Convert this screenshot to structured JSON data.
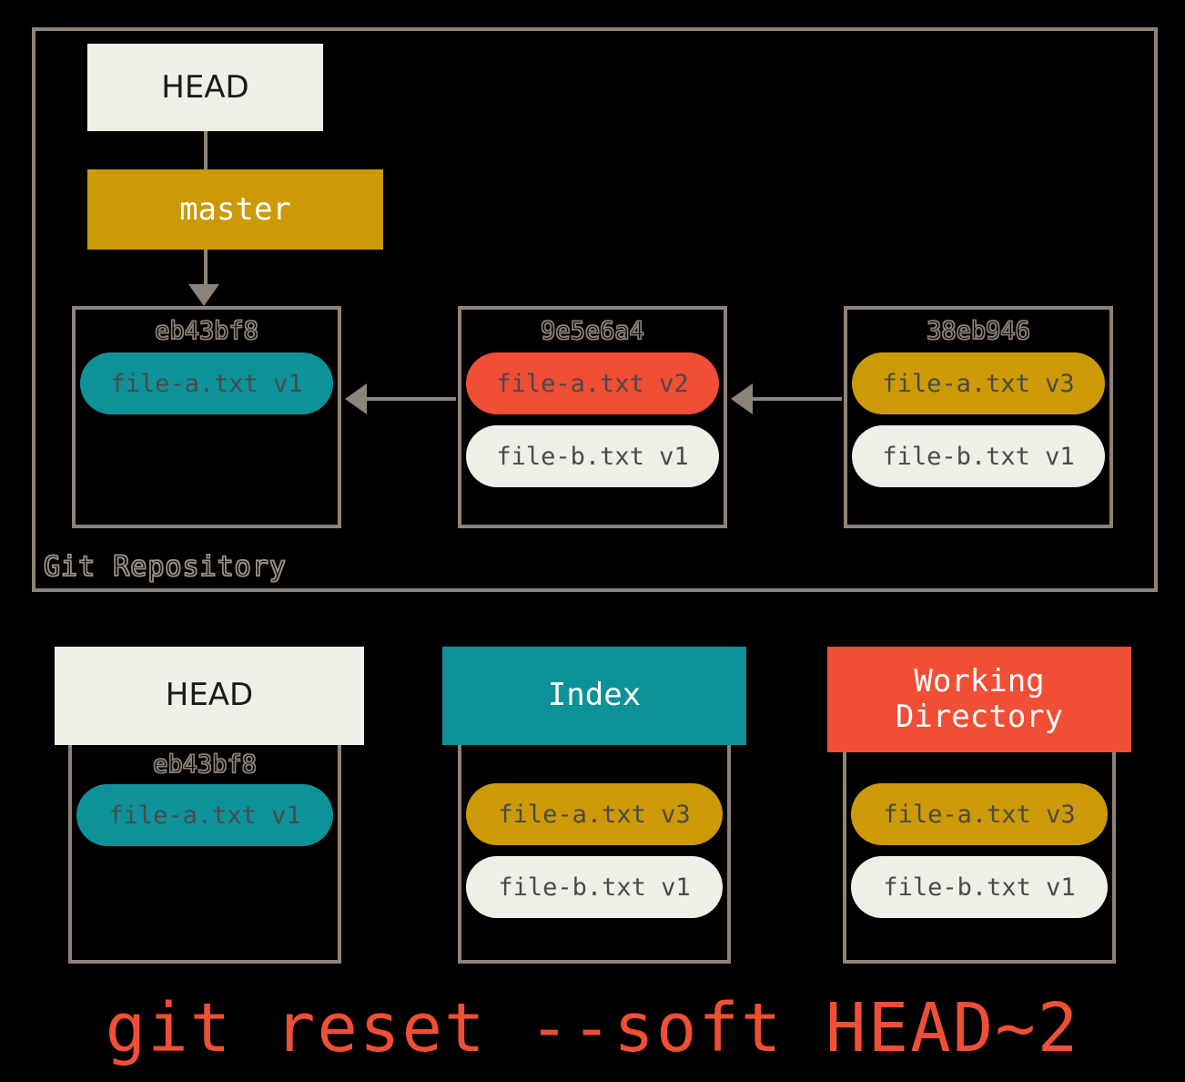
{
  "repository": {
    "label": "Git Repository",
    "head_pointer": "HEAD",
    "branch": "master",
    "commits": [
      {
        "hash": "eb43bf8",
        "files": [
          {
            "name": "file-a.txt v1",
            "color": "teal"
          }
        ]
      },
      {
        "hash": "9e5e6a4",
        "files": [
          {
            "name": "file-a.txt v2",
            "color": "red"
          },
          {
            "name": "file-b.txt v1",
            "color": "cream"
          }
        ]
      },
      {
        "hash": "38eb946",
        "files": [
          {
            "name": "file-a.txt v3",
            "color": "gold"
          },
          {
            "name": "file-b.txt v1",
            "color": "cream"
          }
        ]
      }
    ]
  },
  "panels": [
    {
      "title": "HEAD",
      "header_color": "cream",
      "hash": "eb43bf8",
      "files": [
        {
          "name": "file-a.txt v1",
          "color": "teal"
        }
      ]
    },
    {
      "title": "Index",
      "header_color": "teal",
      "hash": "",
      "files": [
        {
          "name": "file-a.txt v3",
          "color": "gold"
        },
        {
          "name": "file-b.txt v1",
          "color": "cream"
        }
      ]
    },
    {
      "title": "Working\nDirectory",
      "title_line1": "Working",
      "title_line2": "Directory",
      "header_color": "red",
      "hash": "",
      "files": [
        {
          "name": "file-a.txt v3",
          "color": "gold"
        },
        {
          "name": "file-b.txt v1",
          "color": "cream"
        }
      ]
    }
  ],
  "command": "git reset --soft HEAD~2",
  "colors": {
    "background": "#000000",
    "border": "#8d8378",
    "teal": "#0d9299",
    "gold": "#cc9a06",
    "red": "#f04e35",
    "cream": "#efefe7"
  }
}
